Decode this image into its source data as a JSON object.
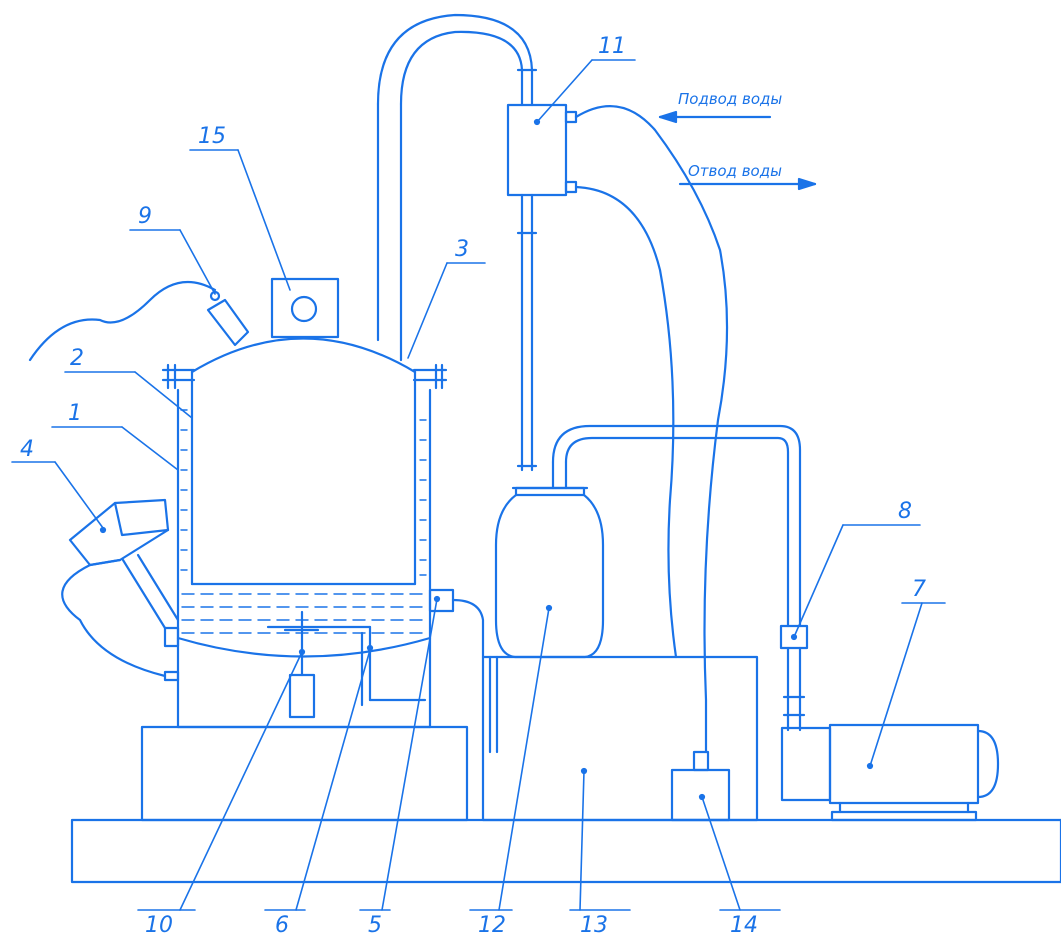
{
  "diagram": {
    "line_color": "#1a73e8",
    "water_in": "Подвод воды",
    "water_out": "Отвод воды",
    "callouts": [
      {
        "id": "c1",
        "label": "1",
        "target": "outer-jacket"
      },
      {
        "id": "c2",
        "label": "2",
        "target": "inner-vessel"
      },
      {
        "id": "c3",
        "label": "3",
        "target": "vapor-outlet-pipe"
      },
      {
        "id": "c4",
        "label": "4",
        "target": "control-box"
      },
      {
        "id": "c5",
        "label": "5",
        "target": "side-sensor-box"
      },
      {
        "id": "c6",
        "label": "6",
        "target": "bottom-tube"
      },
      {
        "id": "c7",
        "label": "7",
        "target": "vacuum-pump"
      },
      {
        "id": "c8",
        "label": "8",
        "target": "valve"
      },
      {
        "id": "c9",
        "label": "9",
        "target": "lid-fitting"
      },
      {
        "id": "c10",
        "label": "10",
        "target": "stirrer"
      },
      {
        "id": "c11",
        "label": "11",
        "target": "condenser"
      },
      {
        "id": "c12",
        "label": "12",
        "target": "collector-jar"
      },
      {
        "id": "c13",
        "label": "13",
        "target": "table-stand"
      },
      {
        "id": "c14",
        "label": "14",
        "target": "pump-box"
      },
      {
        "id": "c15",
        "label": "15",
        "target": "gauge"
      }
    ]
  }
}
